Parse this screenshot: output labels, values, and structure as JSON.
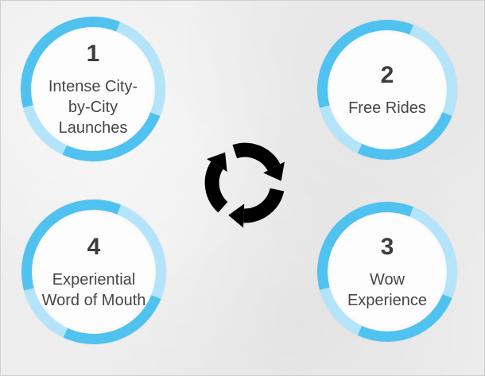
{
  "diagram": {
    "type": "cycle",
    "nodes": [
      {
        "number": "1",
        "label": "Intense City-by-City Launches"
      },
      {
        "number": "2",
        "label": "Free Rides"
      },
      {
        "number": "3",
        "label": "Wow Experience"
      },
      {
        "number": "4",
        "label": "Experiential Word of Mouth"
      }
    ],
    "center_icon": "cycle-arrows-icon"
  },
  "colors": {
    "ring_main": "#4fc2f0",
    "ring_light": "#b3e4fa",
    "text": "#3d3d3d",
    "icon": "#000000",
    "background": "#ededed",
    "circle_fill": "#fdfdfd"
  }
}
